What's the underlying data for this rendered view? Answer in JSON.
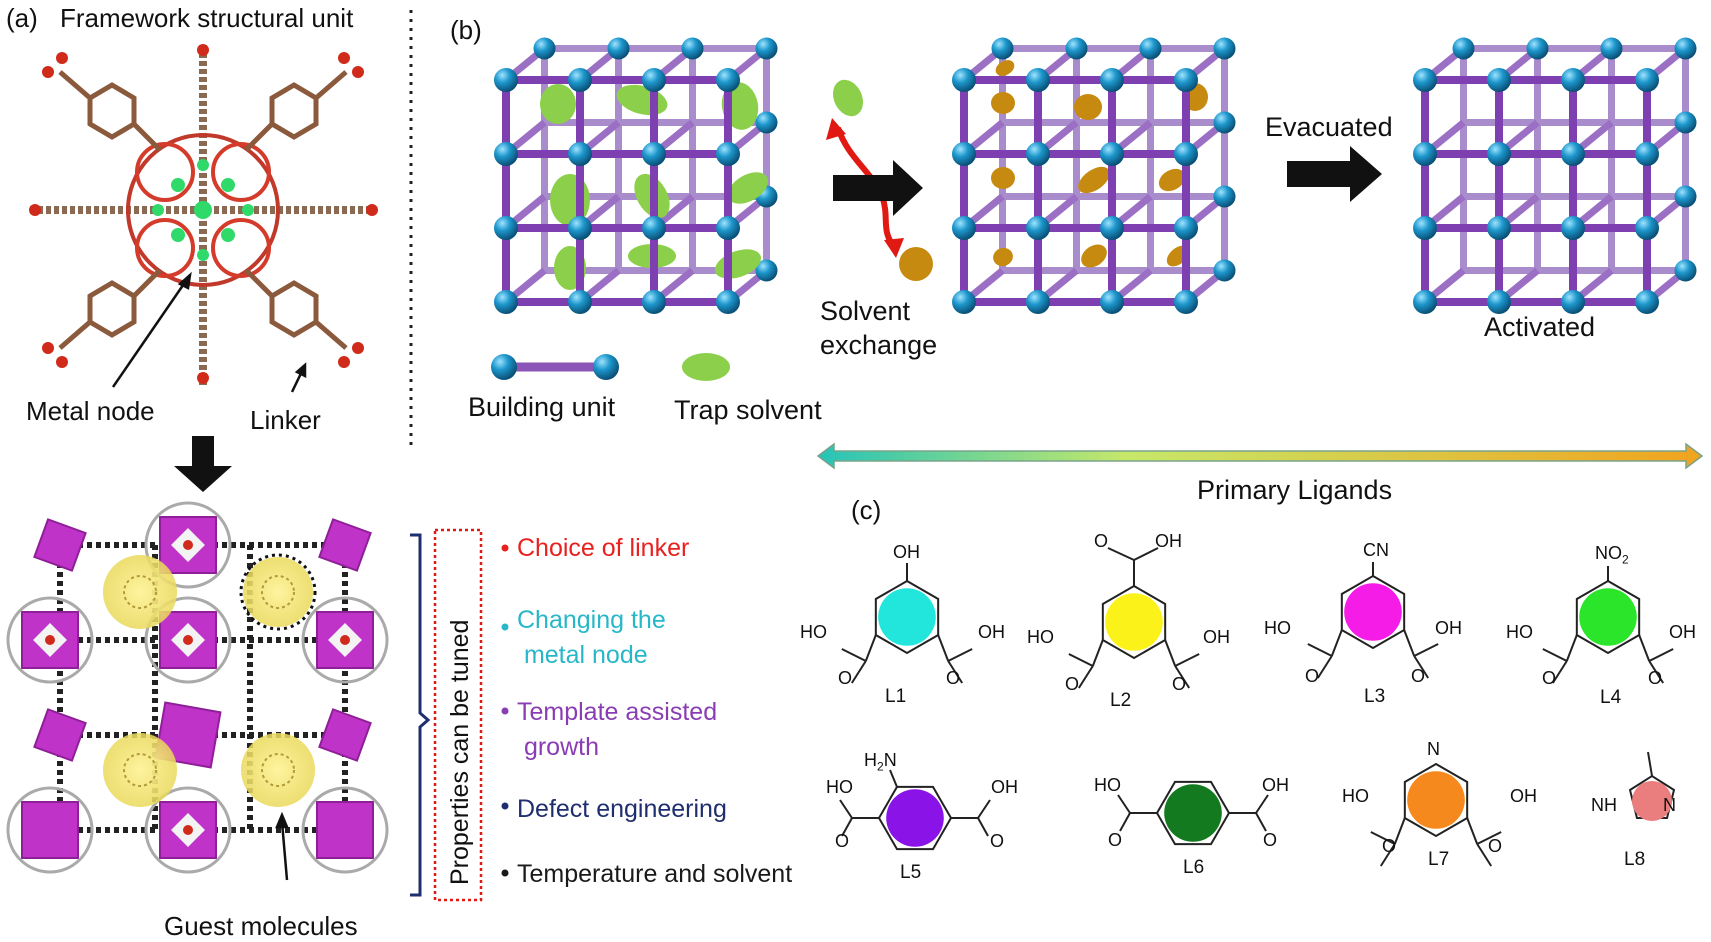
{
  "panel_a": {
    "tag": "(a)",
    "title": "Framework structural unit",
    "metal_node": "Metal node",
    "linker": "Linker",
    "guest_molecules": "Guest molecules"
  },
  "panel_b": {
    "tag": "(b)",
    "solvent_exchange": [
      "Solvent",
      "exchange"
    ],
    "evacuated": "Evacuated",
    "activated": "Activated",
    "legend": {
      "building_unit": "Building unit",
      "trap_solvent": "Trap solvent"
    }
  },
  "tunable": {
    "bracket_label": "Properties can be tuned",
    "items": [
      {
        "text": [
          "Choice of linker"
        ],
        "color": "#e8201e"
      },
      {
        "text": [
          "Changing the",
          " metal node"
        ],
        "color": "#27b7c9"
      },
      {
        "text": [
          "Template assisted",
          " growth"
        ],
        "color": "#8a3db3"
      },
      {
        "text": [
          "Defect engineering"
        ],
        "color": "#1f2e6e"
      },
      {
        "text": [
          "Temperature and solvent"
        ],
        "color": "#1a1a1a"
      }
    ]
  },
  "panel_c": {
    "tag": "(c)",
    "axis_label": "Primary Ligands",
    "ligands": [
      {
        "id": "L1",
        "sub": "OH",
        "fill": "#22e6dc"
      },
      {
        "id": "L2",
        "sub": "O  OH",
        "fill": "#fbf21a"
      },
      {
        "id": "L3",
        "sub": "CN",
        "fill": "#f41ce6"
      },
      {
        "id": "L4",
        "sub": "NO2",
        "fill": "#2be52a"
      },
      {
        "id": "L5",
        "sub": "H2N",
        "fill": "#8a14e8"
      },
      {
        "id": "L6",
        "sub": "",
        "fill": "#137a1f"
      },
      {
        "id": "L7",
        "sub": "N",
        "fill": "#f6891e"
      },
      {
        "id": "L8",
        "sub": "NH  N",
        "fill": "#ea7d7d"
      }
    ],
    "text": {
      "oh": "OH",
      "ho": "HO",
      "o": "O",
      "cn": "CN",
      "no2": "NO",
      "no2_sub": "2",
      "h2n": "H",
      "h2n_sub": "2",
      "h2n_n": "N",
      "n": "N",
      "nh": "NH"
    }
  },
  "colors": {
    "node": "#1b8fc0",
    "bar": "#7e3fb0",
    "trap": "#8ccf4a",
    "guest": "#c68a10",
    "arrow": "#111111",
    "red_arrow": "#e01a12",
    "polyhedra": "#c033c8",
    "yellow": "#f4e86b"
  }
}
